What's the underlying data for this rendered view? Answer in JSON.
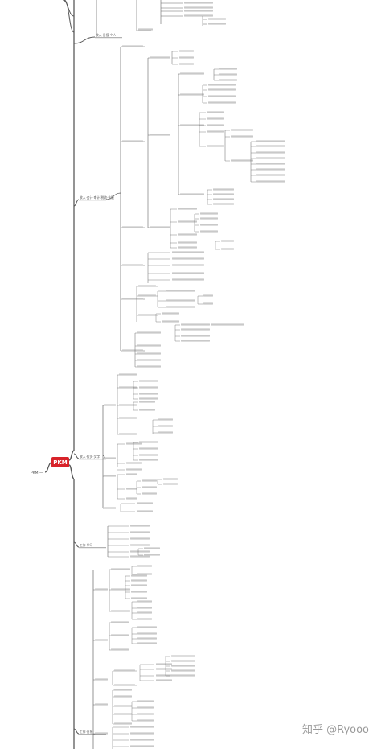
{
  "root": {
    "label": "PKM",
    "color": "#d8232a"
  },
  "left_label": "PKM 一",
  "branches": [
    {
      "label": "收入·日报·个人"
    },
    {
      "label": "收入·会计·审计·税收·金融"
    },
    {
      "label": "收入·投资·文字"
    },
    {
      "label": "工作·学习"
    },
    {
      "label": "工作·日报"
    }
  ],
  "watermark": "知乎 @Ryooo"
}
